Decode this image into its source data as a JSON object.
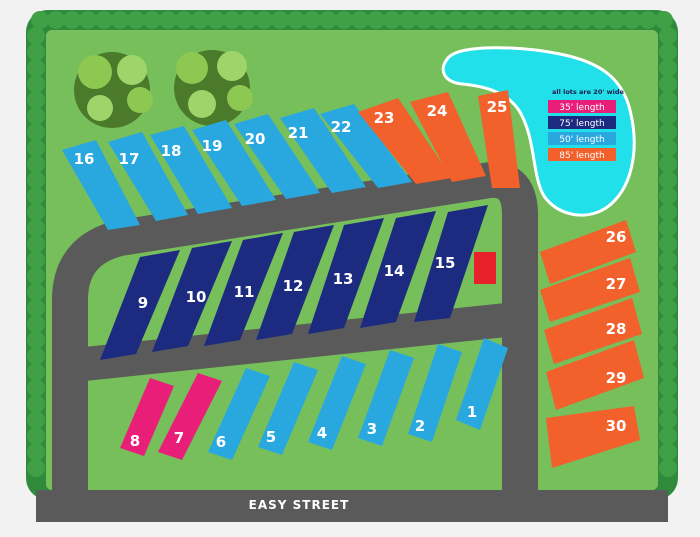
{
  "colors": {
    "grass": "#77bf5a",
    "hedge": "#2f8a3b",
    "hedge_light": "#3fa046",
    "road": "#5a5a5a",
    "pond": "#22e0ea",
    "tree_dark": "#4a7a2a",
    "tree_light": "#9fd46a",
    "marker": "#e8202a"
  },
  "street": {
    "name": "EASY STREET"
  },
  "legend": {
    "note": "all lots are 20' wide",
    "items": [
      {
        "label": "35' length",
        "color": "#e91e79"
      },
      {
        "label": "75' length",
        "color": "#1c2a80"
      },
      {
        "label": "50' length",
        "color": "#29a8e0"
      },
      {
        "label": "85' length",
        "color": "#f2602b"
      }
    ]
  },
  "lots": [
    {
      "number": "1",
      "length": "50' length"
    },
    {
      "number": "2",
      "length": "50' length"
    },
    {
      "number": "3",
      "length": "50' length"
    },
    {
      "number": "4",
      "length": "50' length"
    },
    {
      "number": "5",
      "length": "50' length"
    },
    {
      "number": "6",
      "length": "50' length"
    },
    {
      "number": "7",
      "length": "35' length"
    },
    {
      "number": "8",
      "length": "35' length"
    },
    {
      "number": "9",
      "length": "75' length"
    },
    {
      "number": "10",
      "length": "75' length"
    },
    {
      "number": "11",
      "length": "75' length"
    },
    {
      "number": "12",
      "length": "75' length"
    },
    {
      "number": "13",
      "length": "75' length"
    },
    {
      "number": "14",
      "length": "75' length"
    },
    {
      "number": "15",
      "length": "75' length"
    },
    {
      "number": "16",
      "length": "50' length"
    },
    {
      "number": "17",
      "length": "50' length"
    },
    {
      "number": "18",
      "length": "50' length"
    },
    {
      "number": "19",
      "length": "50' length"
    },
    {
      "number": "20",
      "length": "50' length"
    },
    {
      "number": "21",
      "length": "50' length"
    },
    {
      "number": "22",
      "length": "50' length"
    },
    {
      "number": "23",
      "length": "85' length"
    },
    {
      "number": "24",
      "length": "85' length"
    },
    {
      "number": "25",
      "length": "85' length"
    },
    {
      "number": "26",
      "length": "85' length"
    },
    {
      "number": "27",
      "length": "85' length"
    },
    {
      "number": "28",
      "length": "85' length"
    },
    {
      "number": "29",
      "length": "85' length"
    },
    {
      "number": "30",
      "length": "85' length"
    }
  ]
}
